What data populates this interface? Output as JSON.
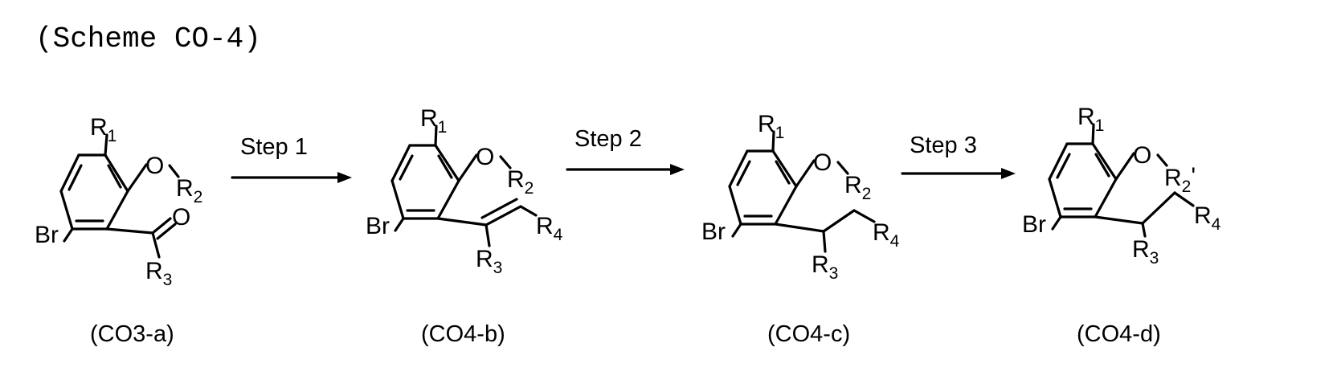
{
  "title": "(Scheme CO-4)",
  "steps": [
    "Step 1",
    "Step 2",
    "Step 3"
  ],
  "compounds": [
    {
      "label": "(CO3-a)",
      "atoms": {
        "r1": "R",
        "r1_sub": "1",
        "o": "O",
        "r2": "R",
        "r2_sub": "2",
        "r2_prime": "",
        "br": "Br",
        "carbonyl_o": "O",
        "r3": "R",
        "r3_sub": "3"
      }
    },
    {
      "label": "(CO4-b)",
      "atoms": {
        "r1": "R",
        "r1_sub": "1",
        "o": "O",
        "r2": "R",
        "r2_sub": "2",
        "r2_prime": "",
        "br": "Br",
        "r4": "R",
        "r4_sub": "4",
        "r3": "R",
        "r3_sub": "3"
      }
    },
    {
      "label": "(CO4-c)",
      "atoms": {
        "r1": "R",
        "r1_sub": "1",
        "o": "O",
        "r2": "R",
        "r2_sub": "2",
        "r2_prime": "",
        "br": "Br",
        "r4": "R",
        "r4_sub": "4",
        "r3": "R",
        "r3_sub": "3"
      }
    },
    {
      "label": "(CO4-d)",
      "atoms": {
        "r1": "R",
        "r1_sub": "1",
        "o": "O",
        "r2": "R",
        "r2_sub": "2",
        "r2_prime": "'",
        "br": "Br",
        "r4": "R",
        "r4_sub": "4",
        "r3": "R",
        "r3_sub": "3"
      }
    }
  ]
}
